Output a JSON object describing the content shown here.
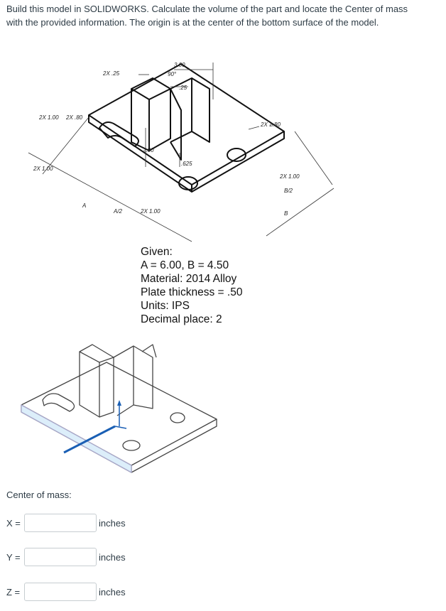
{
  "question": {
    "line1": "Build this model in SOLIDWORKS. Calculate the volume of the part and locate the Center of mass",
    "line2": "with the provided information. The origin is at the center of the bottom surface of the model."
  },
  "dimensions": {
    "d_300": "3.00",
    "d_90": "90°",
    "d_25": ".25",
    "d_2x25": "2X .25",
    "d_2x100_top": "2X 1.00",
    "d_2x80": "2X .80",
    "d_2x100_left": "2X 1.00",
    "d_200": "2.00",
    "d_625": ".625",
    "d_2xdia80": "2X ⌀.80",
    "d_2x100_right": "2X 1.00",
    "d_b2": "B/2",
    "d_a2": "A/2",
    "d_2x100_bottom": "2X 1.00",
    "d_a": "A",
    "d_b": "B"
  },
  "given": {
    "heading": "Given:",
    "ab": "A = 6.00, B = 4.50",
    "material": "Material: 2014 Alloy",
    "thickness": "Plate thickness = .50",
    "units": "Units: IPS",
    "decimal": "Decimal place: 2"
  },
  "center_of_mass": {
    "label": "Center of mass:",
    "fields": [
      {
        "label": "X =",
        "value": "",
        "unit": "inches"
      },
      {
        "label": "Y =",
        "value": "",
        "unit": "inches"
      },
      {
        "label": "Z =",
        "value": "",
        "unit": "inches"
      }
    ]
  },
  "colors": {
    "text": "#2d3b45",
    "input_border": "#c7cdd1",
    "face_highlight": "#dceefa",
    "axis_blue": "#1a5fb4"
  }
}
